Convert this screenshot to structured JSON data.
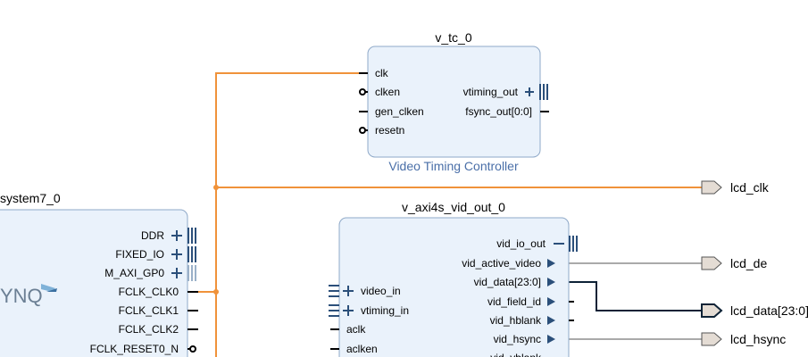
{
  "blocks": {
    "vtc": {
      "name": "v_tc_0",
      "subtitle": "Video Timing Controller",
      "pins_left": [
        "clk",
        "clken",
        "gen_clken",
        "resetn"
      ],
      "pins_right": [
        "vtiming_out",
        "fsync_out[0:0]"
      ]
    },
    "vout": {
      "name": "v_axi4s_vid_out_0",
      "pins_left": [
        "video_in",
        "vtiming_in",
        "aclk",
        "aclken"
      ],
      "pins_right": [
        "vid_io_out",
        "vid_active_video",
        "vid_data[23:0]",
        "vid_field_id",
        "vid_hblank",
        "vid_hsync",
        "vid_vblank"
      ]
    },
    "ps": {
      "name": "system7_0",
      "logo": "YNQ",
      "pins_right": [
        "DDR",
        "FIXED_IO",
        "M_AXI_GP0",
        "FCLK_CLK0",
        "FCLK_CLK1",
        "FCLK_CLK2",
        "FCLK_RESET0_N"
      ]
    }
  },
  "ports": [
    "lcd_clk",
    "lcd_de",
    "lcd_data[23:0]",
    "lcd_hsync"
  ],
  "colors": {
    "block_fill": "#eaf2fb",
    "block_border": "#8fa9c8",
    "clock_wire": "#f0923a",
    "bus_wire": "#0d2236",
    "pin_accent": "#2b4f7a"
  }
}
